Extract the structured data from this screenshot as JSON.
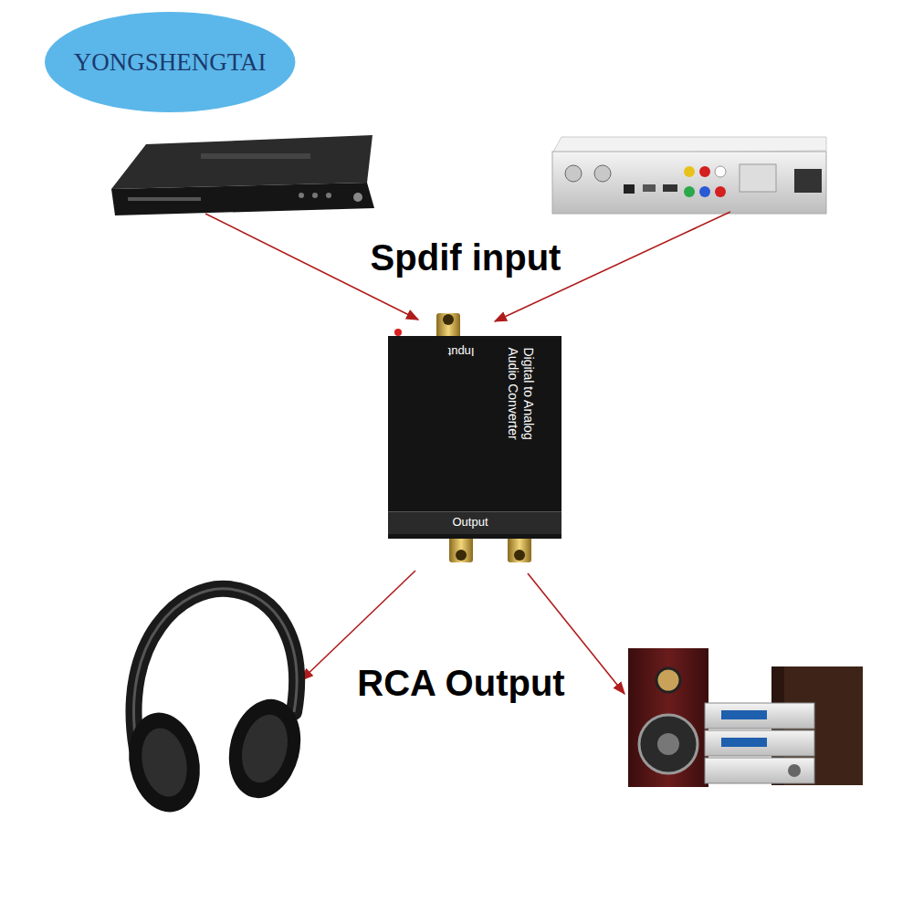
{
  "diagram": {
    "nodes": [
      {
        "text": [
          "YONGSHENGTAI"
        ]
      },
      {
        "text": [
          "Input",
          "Digital to Analog Audio Converter",
          "Output"
        ]
      }
    ],
    "labels": [
      "Spdif input",
      "RCA Output"
    ]
  }
}
